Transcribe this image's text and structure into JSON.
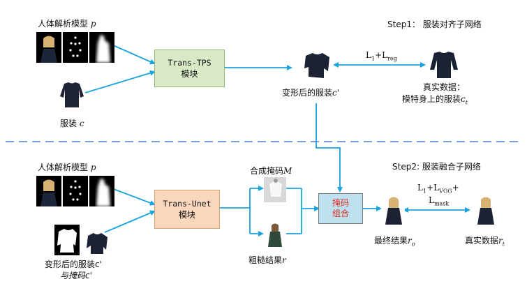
{
  "step1": {
    "title": "Step1： 服装对齐子网络",
    "parsing_label": "人体解析模型 ",
    "parsing_var": "p",
    "clothing_label": "服装 ",
    "clothing_var": "c",
    "tps_module": {
      "line1": "Trans-TPS",
      "line2": "模块"
    },
    "warped_label": "变形后的服装",
    "warped_var": "c'",
    "loss_text": {
      "l1": "L",
      "l1_sub": "1",
      "plus": "+L",
      "reg_sub": "reg"
    },
    "real_label_line1": "真实数据：",
    "real_label_line2": "模特身上的服装",
    "real_var": "c",
    "real_var_sub": "t"
  },
  "step2": {
    "title": "Step2: 服装融合子网络",
    "parsing_label": "人体解析模型 ",
    "parsing_var": "p",
    "unet_module": {
      "line1": "Trans-Unet",
      "line2": "模块"
    },
    "mask_label": "合成掩码",
    "mask_var": "M",
    "coarse_label": "粗糙结果",
    "coarse_var": "r",
    "combine": {
      "line1": "掩码",
      "line2": "组合"
    },
    "input_label_line1": "变形后的服装c'",
    "input_label_line2": "与掩码c'",
    "final_label": "最终结果",
    "final_var": "r",
    "final_sub": "o",
    "real_label": "真实数据",
    "real_var": "r",
    "real_sub": "t",
    "loss": {
      "l1": "L",
      "l1_sub": "1",
      "vgg": "+L",
      "vgg_sub": "VGG",
      "plus": "+",
      "mask": "L",
      "mask_sub": "mask"
    }
  },
  "colors": {
    "arrow": "#18a4dc",
    "dashed_divider": "#4f7fd1",
    "tps_fill": "#d9e9c6",
    "tps_border": "#97b577",
    "unet_fill": "#f9d6bc",
    "unet_border": "#d7a276",
    "combine_fill": "#bfe0ef",
    "combine_border": "#7a7a7a",
    "combine_text": "#e0301f"
  }
}
